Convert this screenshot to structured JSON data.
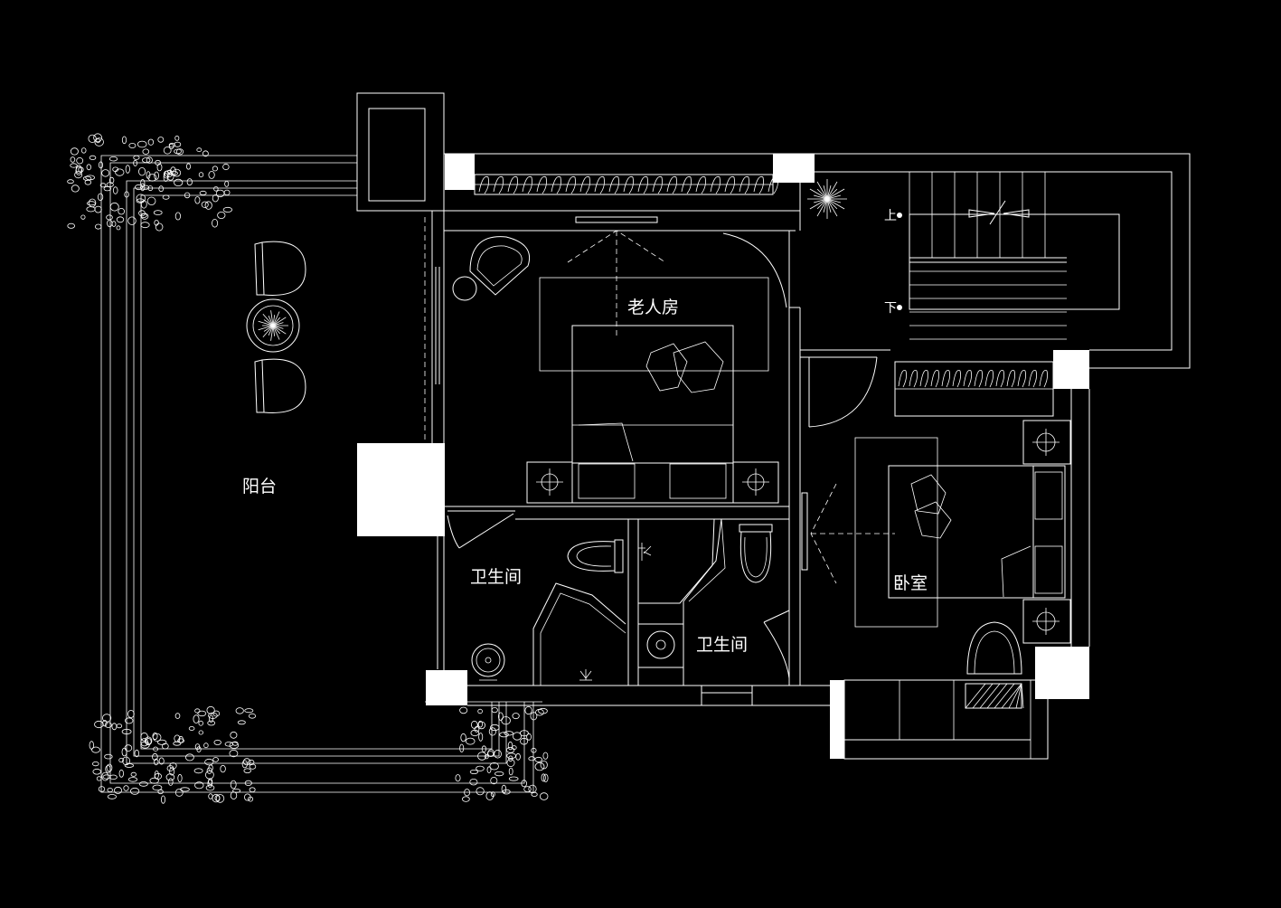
{
  "rooms": {
    "elder_room": "老人房",
    "balcony": "阳台",
    "bathroom_left": "卫生间",
    "bathroom_right": "卫生间",
    "bedroom": "卧室"
  },
  "stairs": {
    "up": "上",
    "down": "下"
  },
  "colors": {
    "background": "#000000",
    "lines": "#ffffff"
  }
}
